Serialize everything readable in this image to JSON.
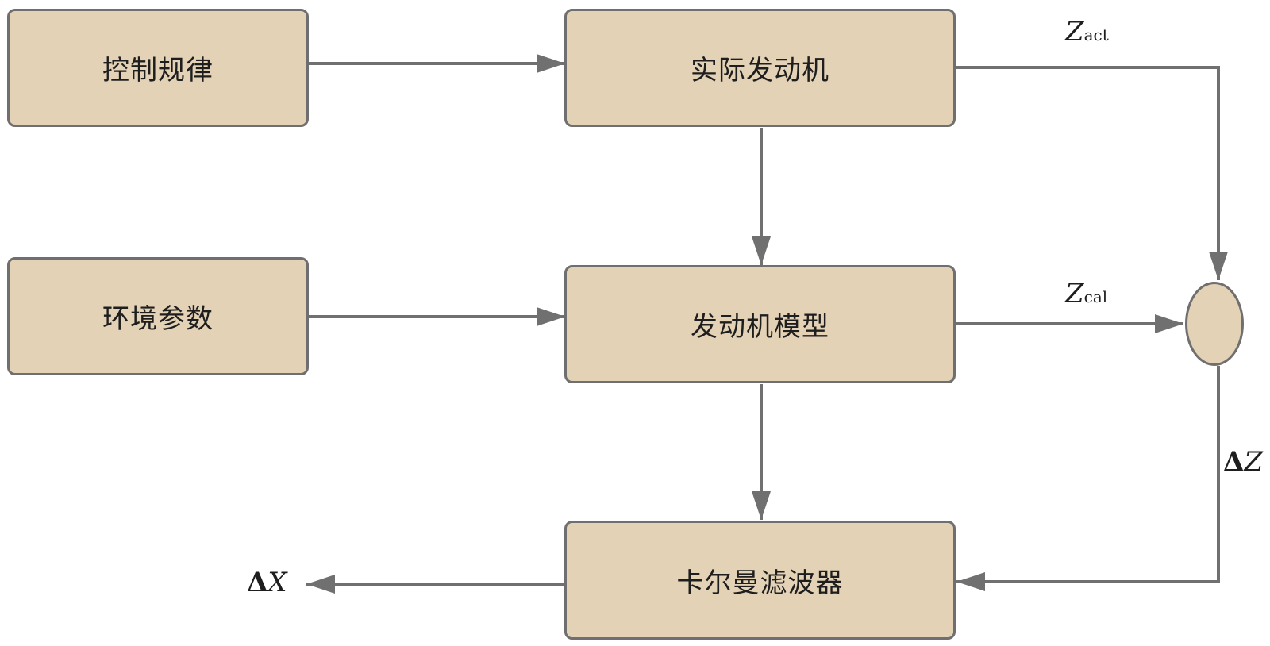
{
  "colors": {
    "box_fill": "#e4d2b6",
    "box_border": "#6f6f6f",
    "arrow": "#707070",
    "text": "#1e1e1e"
  },
  "blocks": {
    "control_law": "控制规律",
    "actual_engine": "实际发动机",
    "environment_params": "环境参数",
    "engine_model": "发动机模型",
    "kalman_filter": "卡尔曼滤波器"
  },
  "signals": {
    "z_act": {
      "symbol": "Z",
      "subscript": "act"
    },
    "z_cal": {
      "symbol": "Z",
      "subscript": "cal"
    },
    "delta_z": {
      "delta": "Δ",
      "symbol": "Z"
    },
    "delta_x": {
      "delta": "Δ",
      "symbol": "X"
    }
  }
}
